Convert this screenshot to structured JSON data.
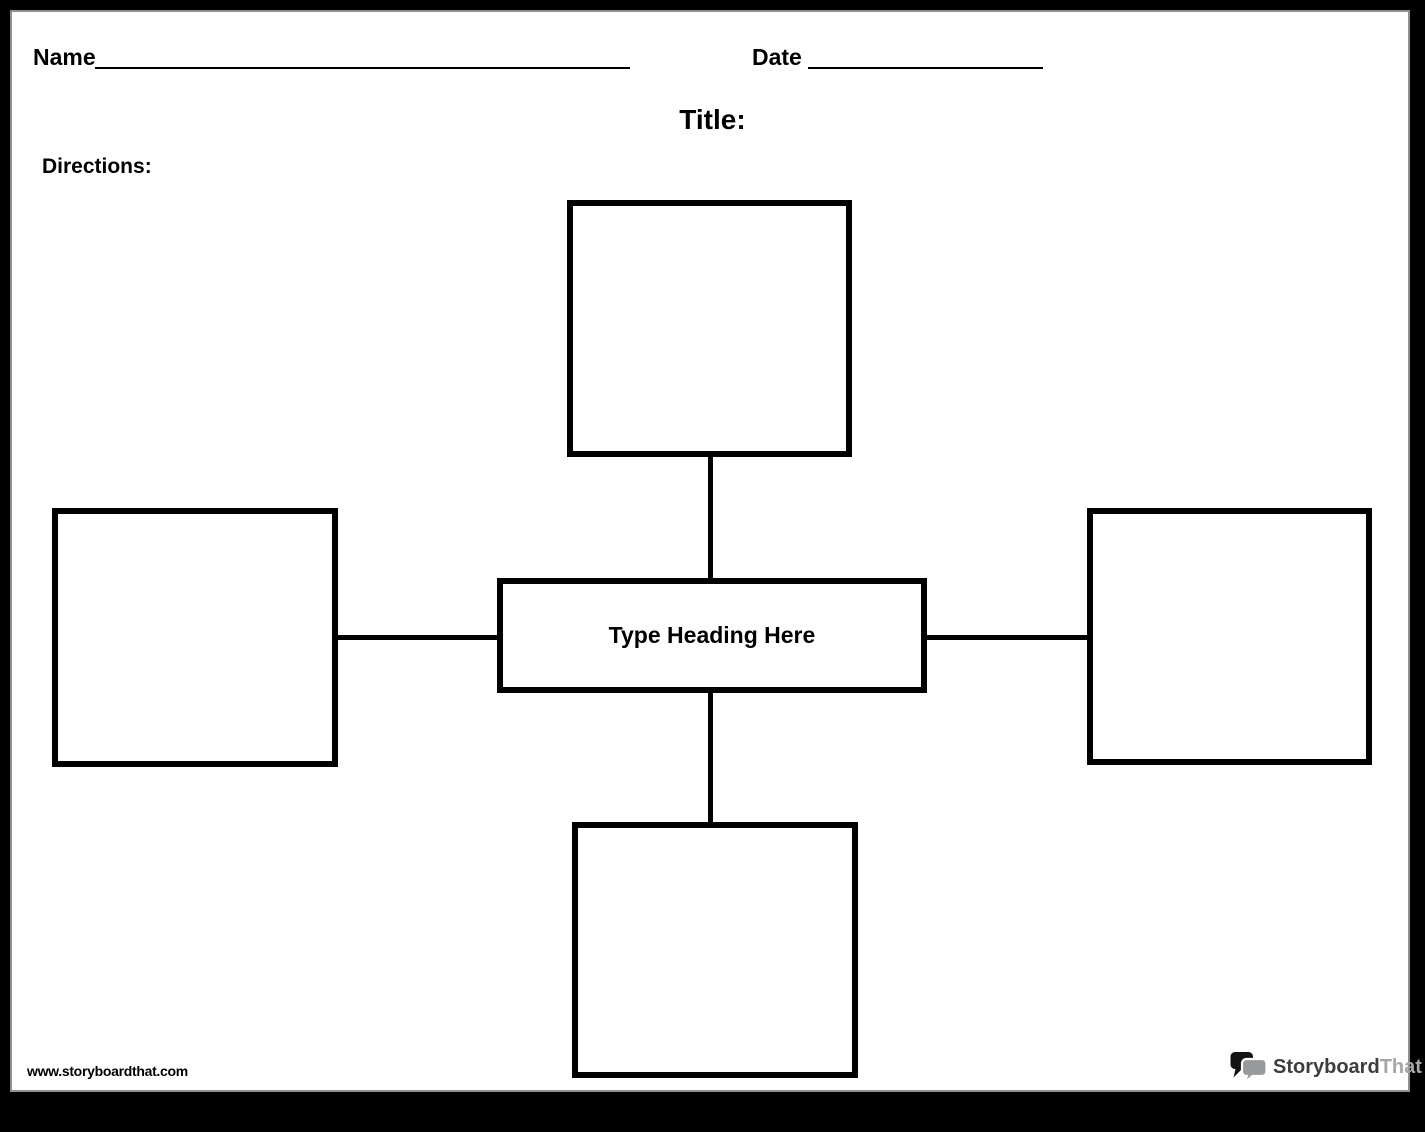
{
  "header": {
    "name_label": "Name",
    "date_label": "Date",
    "title_label": "Title:",
    "directions_label": "Directions:"
  },
  "diagram": {
    "center_heading": "Type Heading Here",
    "box_count": 4,
    "boxes": [
      {
        "id": "top",
        "content": ""
      },
      {
        "id": "left",
        "content": ""
      },
      {
        "id": "right",
        "content": ""
      },
      {
        "id": "bottom",
        "content": ""
      }
    ]
  },
  "footer": {
    "website_url": "www.storyboardthat.com",
    "brand_primary": "Storyboard",
    "brand_secondary": "That"
  },
  "colors": {
    "page_background": "#000000",
    "paper": "#ffffff",
    "line": "#000000",
    "paper_edge": "#909090",
    "logo_bubble_dark": "#141414",
    "logo_bubble_gray": "#98999b",
    "logo_text_dark": "#3d3d3d",
    "logo_text_light": "#a6a6a6"
  }
}
